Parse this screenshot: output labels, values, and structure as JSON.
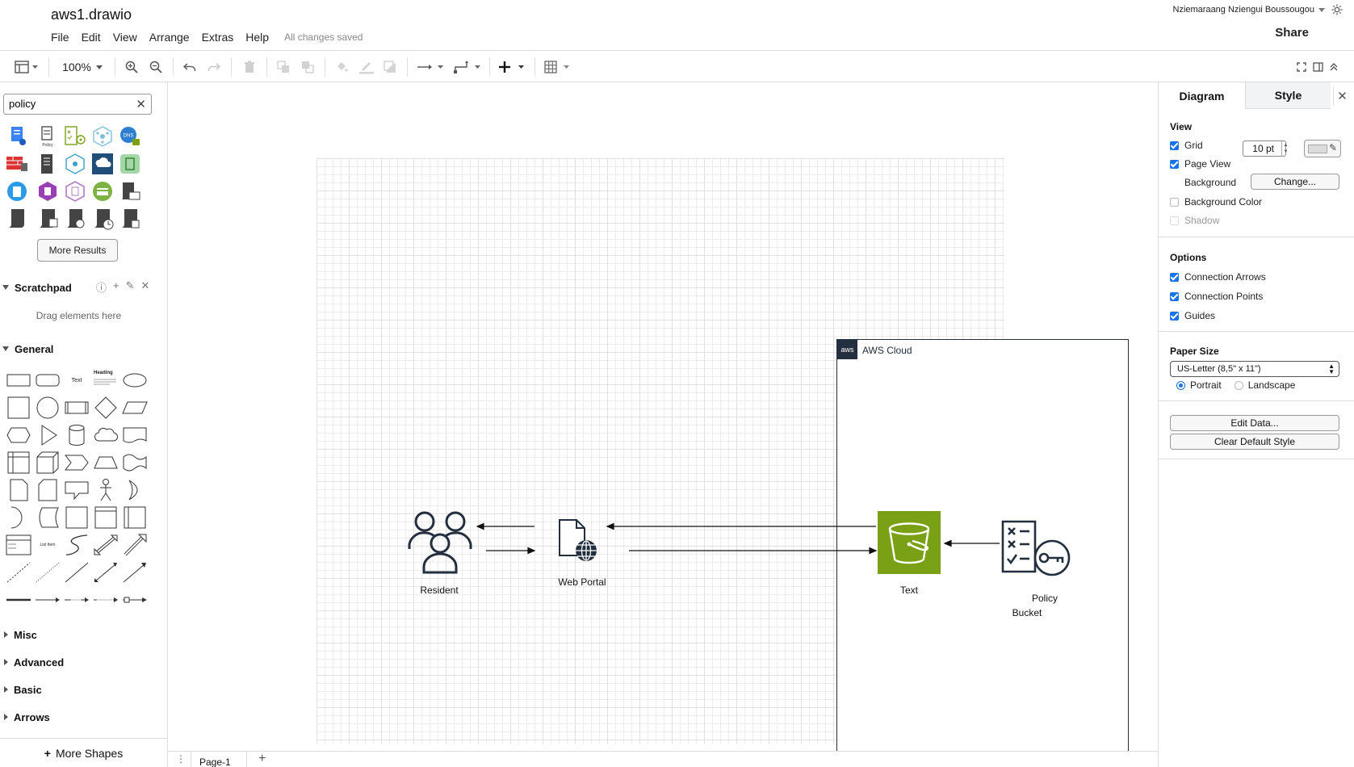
{
  "app": {
    "title": "aws1.drawio",
    "save_status": "All changes saved",
    "user_name": "Nziemaraang Nziengui Boussougou",
    "share_label": "Share"
  },
  "menu": [
    "File",
    "Edit",
    "View",
    "Arrange",
    "Extras",
    "Help"
  ],
  "toolbar": {
    "zoom": "100%"
  },
  "sidebar": {
    "search_value": "policy",
    "more_results_label": "More Results",
    "scratchpad_title": "Scratchpad",
    "drag_hint": "Drag elements here",
    "general_title": "General",
    "shape_text_label": "Text",
    "shape_heading_label": "Heading",
    "shape_list_label": "List Item",
    "collapsed_sections": [
      "Misc",
      "Advanced",
      "Basic",
      "Arrows"
    ],
    "more_shapes_label": "More Shapes"
  },
  "canvas": {
    "group_label": "AWS Cloud",
    "group_logo_text": "aws",
    "nodes": {
      "resident": "Resident",
      "web_portal": "Web Portal",
      "s3": "Text",
      "policy_line1": "Policy",
      "policy_line2": "Bucket"
    }
  },
  "pages": {
    "tab_label": "Page-1"
  },
  "right_panel": {
    "tabs": [
      "Diagram",
      "Style"
    ],
    "view_title": "View",
    "grid_label": "Grid",
    "grid_size": "10 pt",
    "page_view_label": "Page View",
    "background_label": "Background",
    "change_label": "Change...",
    "background_color_label": "Background Color",
    "shadow_label": "Shadow",
    "options_title": "Options",
    "connection_arrows_label": "Connection Arrows",
    "connection_points_label": "Connection Points",
    "guides_label": "Guides",
    "paper_size_title": "Paper Size",
    "paper_size_value": "US-Letter (8,5\" x 11\")",
    "portrait_label": "Portrait",
    "landscape_label": "Landscape",
    "edit_data_label": "Edit Data...",
    "clear_style_label": "Clear Default Style"
  },
  "colors": {
    "aws_dark": "#232f3e",
    "s3_green": "#7aa116",
    "accent_blue": "#1a73e8"
  }
}
